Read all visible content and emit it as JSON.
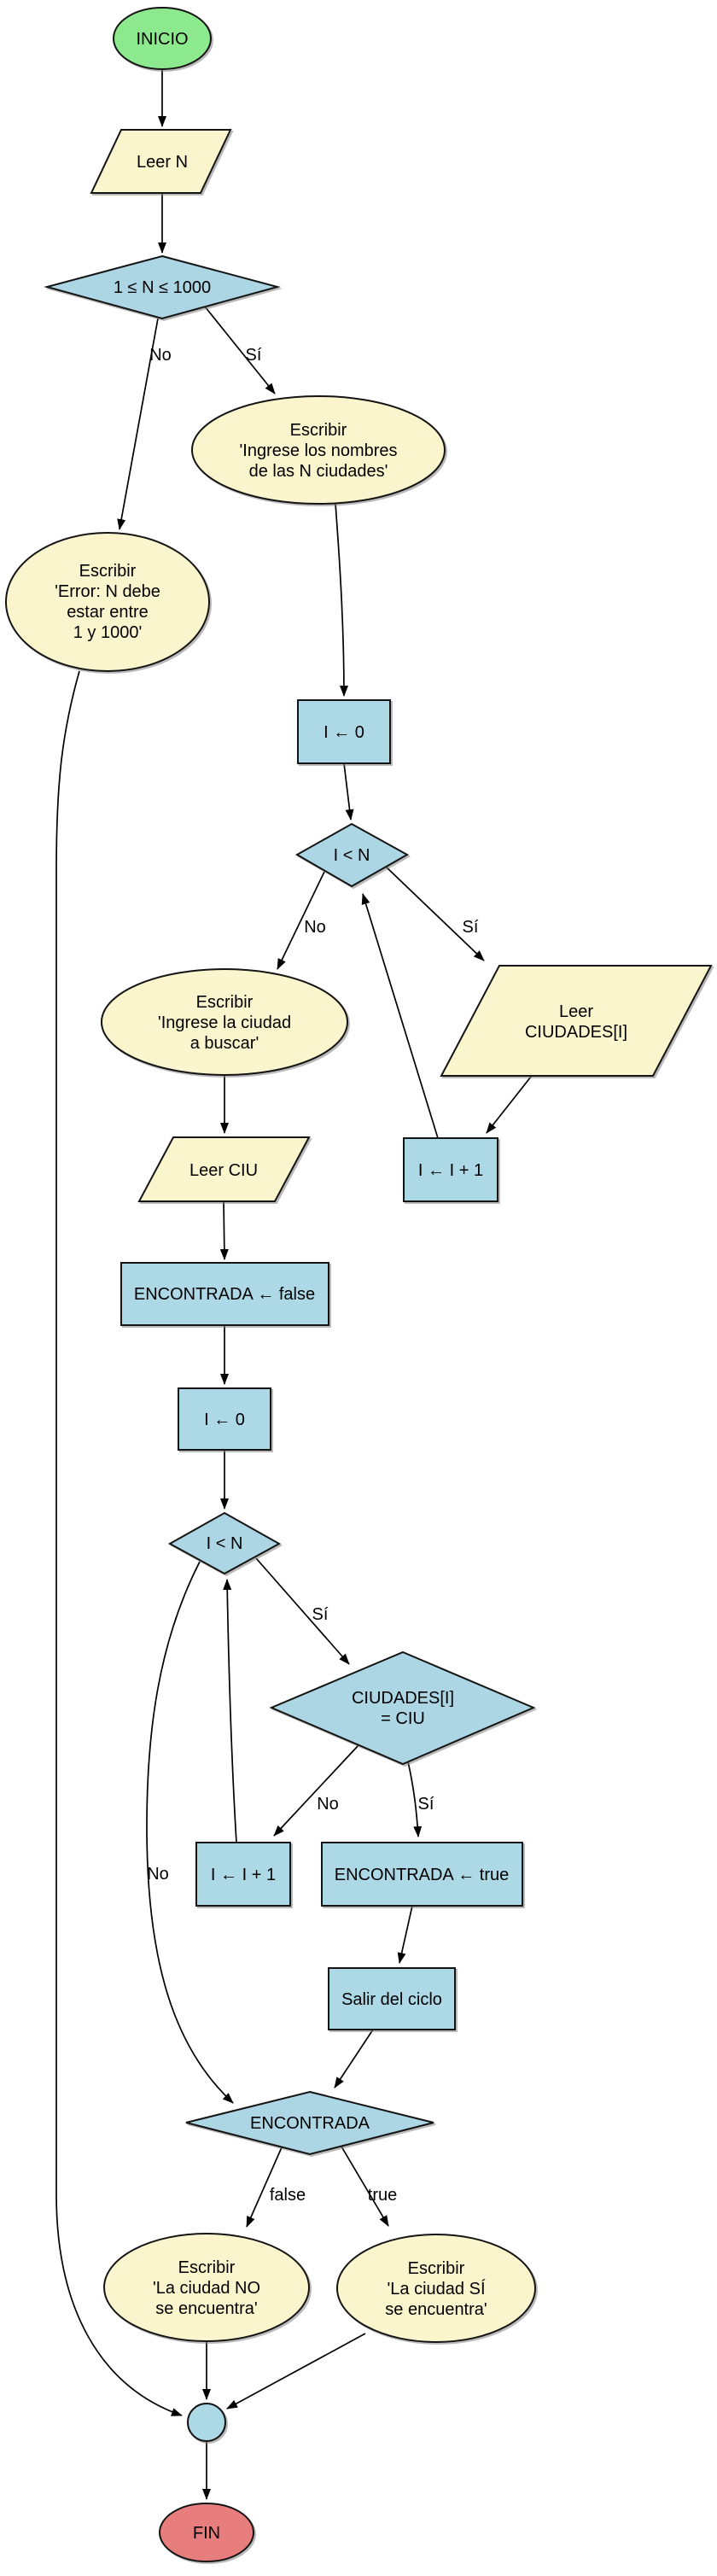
{
  "labels": {
    "yes": "Sí",
    "no": "No",
    "false": "false",
    "true": "true"
  },
  "colors": {
    "start": "#8DE98D",
    "end": "#E87D7D",
    "process": "#ADD8E6",
    "decision": "#ACD6E3",
    "io": "#FBF5CD",
    "junction": "#ADD8E6",
    "edge": "#000000"
  },
  "nodes": {
    "inicio": {
      "label": "INICIO"
    },
    "leer_n": {
      "label": "Leer N"
    },
    "cond_rango": {
      "label": "1 ≤ N ≤ 1000"
    },
    "esc_nombres": {
      "lines": [
        "Escribir",
        "'Ingrese los nombres",
        "de las N ciudades'"
      ]
    },
    "esc_error": {
      "lines": [
        "Escribir",
        "'Error: N debe",
        "estar entre",
        "1 y 1000'"
      ]
    },
    "i0_a": {
      "label": "I ← 0"
    },
    "cond_in_a": {
      "label": "I < N"
    },
    "esc_buscar": {
      "lines": [
        "Escribir",
        "'Ingrese la ciudad",
        "a buscar'"
      ]
    },
    "leer_ciudades": {
      "lines": [
        "Leer",
        "CIUDADES[I]"
      ]
    },
    "incr_a": {
      "label": "I ← I + 1"
    },
    "leer_ciu": {
      "label": "Leer CIU"
    },
    "enc_false": {
      "label": "ENCONTRADA ← false"
    },
    "i0_b": {
      "label": "I ← 0"
    },
    "cond_in_b": {
      "label": "I < N"
    },
    "cond_igual": {
      "lines": [
        "CIUDADES[I]",
        "= CIU"
      ]
    },
    "incr_b": {
      "label": "I ← I + 1"
    },
    "enc_true": {
      "label": "ENCONTRADA ← true"
    },
    "salir": {
      "label": "Salir del ciclo"
    },
    "cond_enc": {
      "label": "ENCONTRADA"
    },
    "esc_no": {
      "lines": [
        "Escribir",
        "'La ciudad NO",
        "se encuentra'"
      ]
    },
    "esc_si": {
      "lines": [
        "Escribir",
        "'La ciudad SÍ",
        "se encuentra'"
      ]
    },
    "fin": {
      "label": "FIN"
    }
  }
}
